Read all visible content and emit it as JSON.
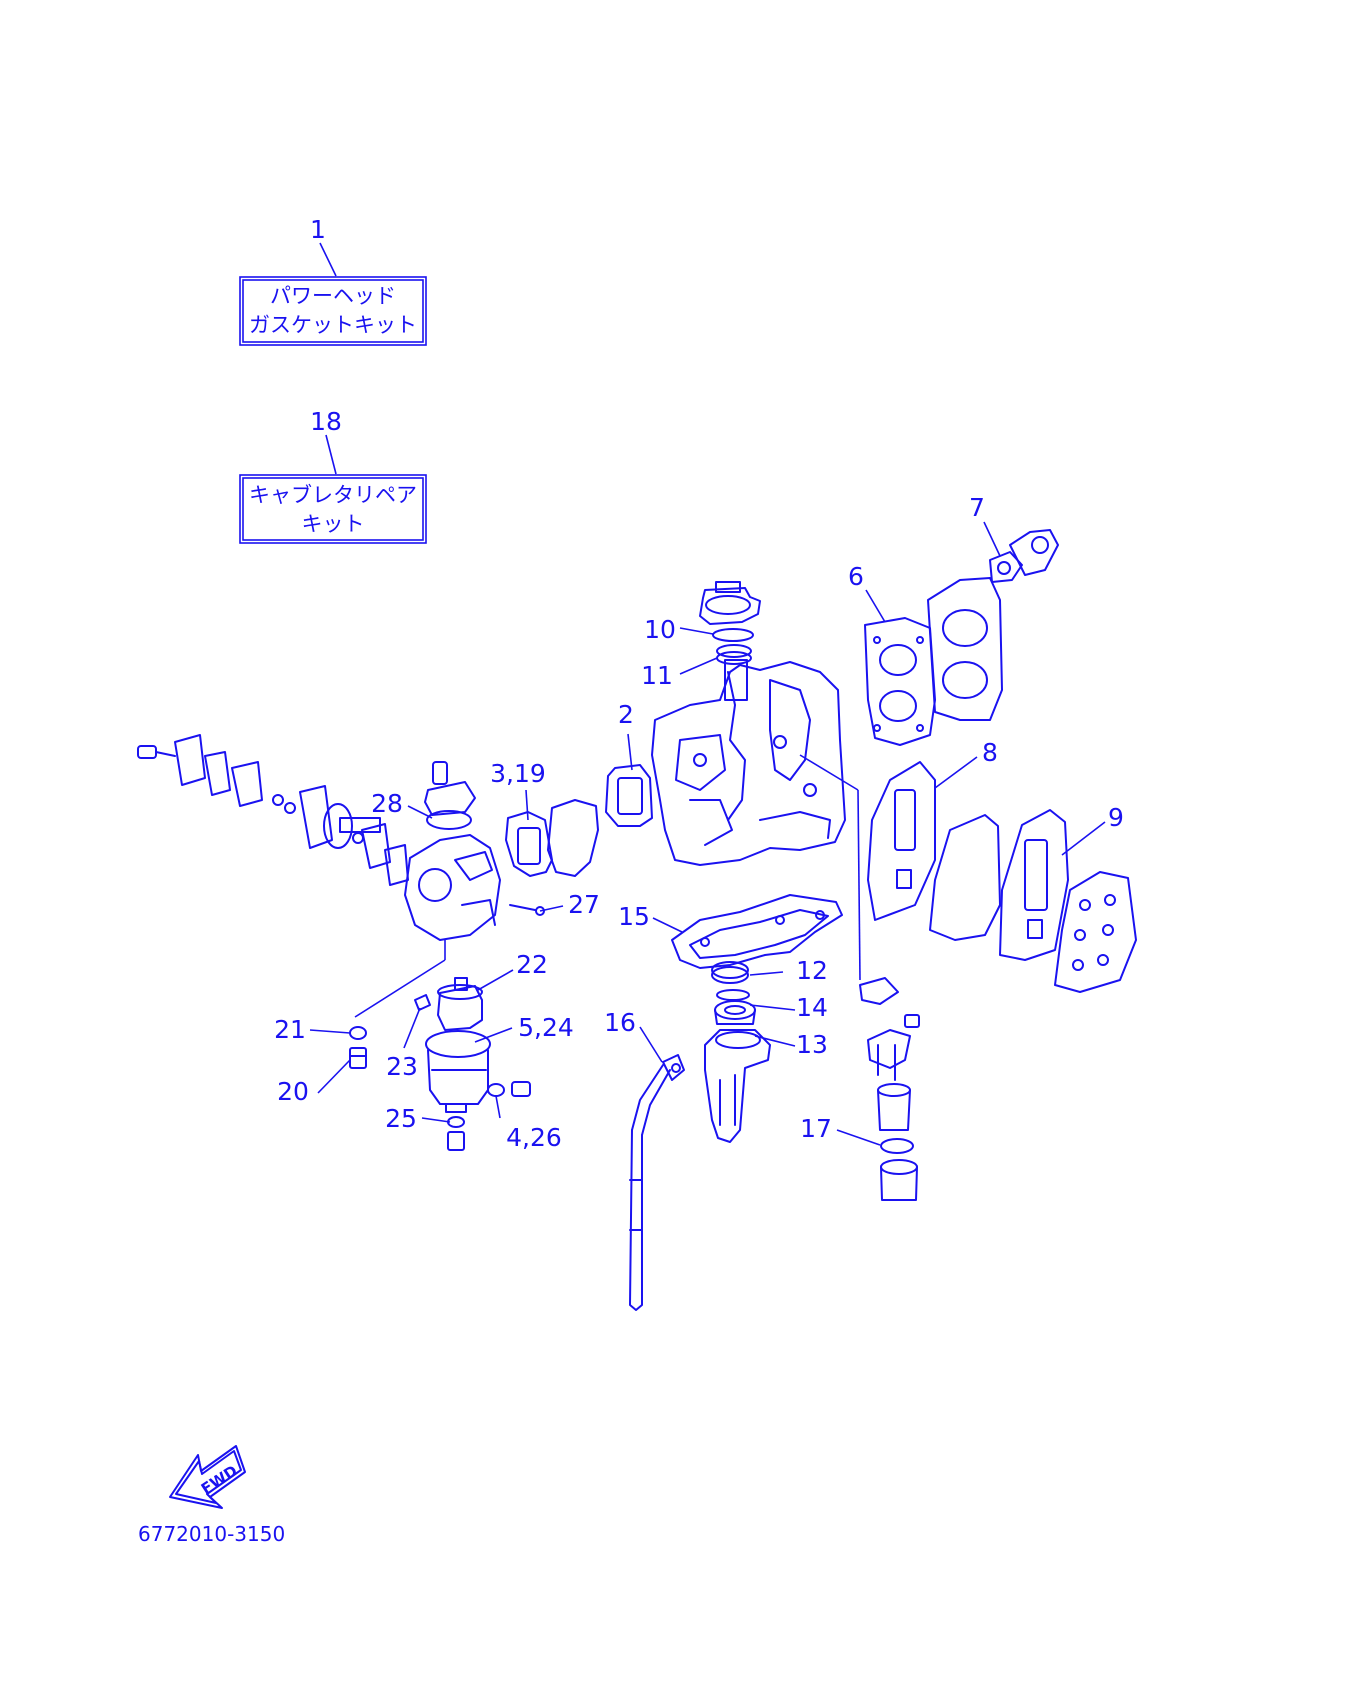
{
  "kits": [
    {
      "number": "1",
      "line1": "パワーヘッド",
      "line2": "ガスケットキット"
    },
    {
      "number": "18",
      "line1": "キャブレタリペア",
      "line2": "キット"
    }
  ],
  "callouts": {
    "c2": "2",
    "c319": "3,19",
    "c6": "6",
    "c7": "7",
    "c8": "8",
    "c9": "9",
    "c10": "10",
    "c11": "11",
    "c12": "12",
    "c13": "13",
    "c14": "14",
    "c15": "15",
    "c16": "16",
    "c17": "17",
    "c20": "20",
    "c21": "21",
    "c22": "22",
    "c23": "23",
    "c524": "5,24",
    "c25": "25",
    "c426": "4,26",
    "c27": "27",
    "c28": "28"
  },
  "fwd_label": "FWD",
  "document_number": "6772010-3150",
  "colors": {
    "line": "#1a12f0",
    "background": "#ffffff"
  }
}
